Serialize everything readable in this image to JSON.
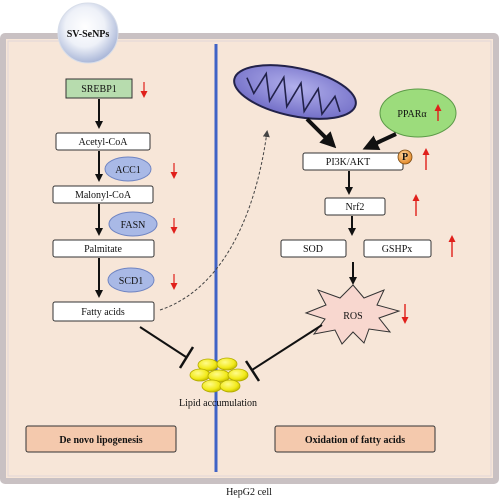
{
  "nanoparticle": {
    "label": "SV-SeNPs"
  },
  "cell_label": "HepG2 cell",
  "left_pathway": {
    "srebp1": "SREBP1",
    "acetyl_coa": "Acetyl-CoA",
    "acc1": "ACC1",
    "malonyl_coa": "Malonyl-CoA",
    "fasn": "FASN",
    "palmitate": "Palmitate",
    "scd1": "SCD1",
    "fatty_acids": "Fatty acids",
    "panel_title": "De novo lipogenesis"
  },
  "right_pathway": {
    "ppar": "PPARα",
    "pi3k_akt": "PI3K/AKT",
    "phospho": "P",
    "nrf2": "Nrf2",
    "sod": "SOD",
    "gshpx": "GSHPx",
    "ros": "ROS",
    "panel_title": "Oxidation of fatty acids"
  },
  "center_label": "Lipid accumulation",
  "colors": {
    "cell_fill": "#f7e6d8",
    "divider": "#3f63c6",
    "srebp1_fill": "#b7dcae",
    "enzyme_fill": "#a9b9e6",
    "panel_fill": "#f4c9ad",
    "ppar_fill": "#9cdc7c",
    "ros_fill": "#f8d7cf",
    "mito_fill": "#8d8ad6",
    "lipid_fill": "#f2ea1b",
    "arrow_red": "#e0201b"
  }
}
